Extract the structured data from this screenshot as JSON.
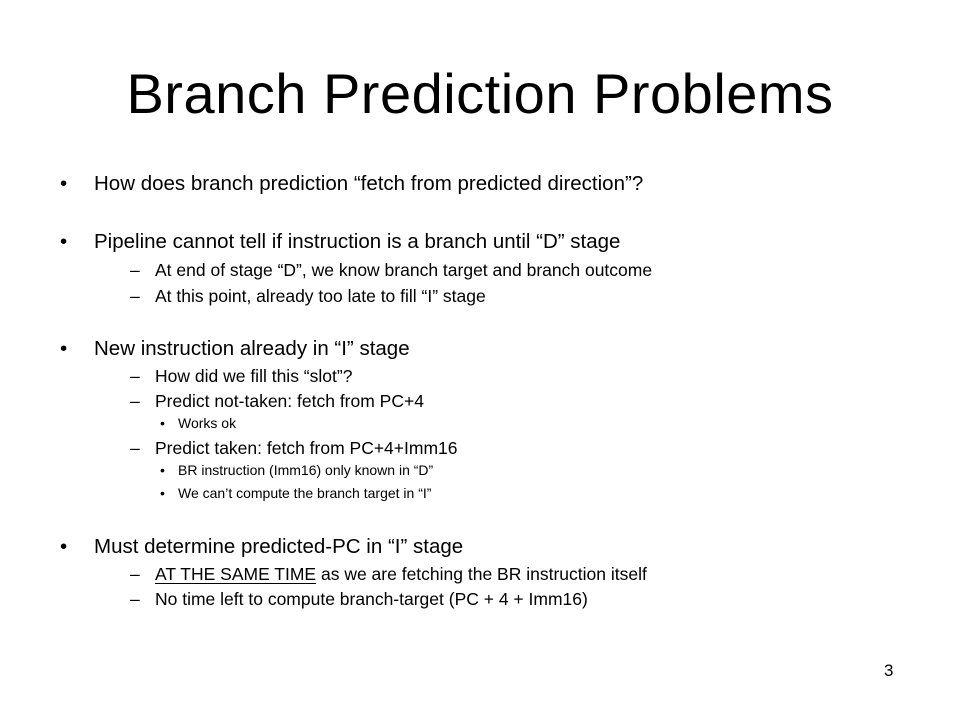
{
  "slide": {
    "title": "Branch Prediction Problems",
    "page_number": "3",
    "bullets": {
      "b1": "How does branch prediction “fetch from predicted direction”?",
      "b2": "Pipeline cannot tell if instruction is a branch until “D” stage",
      "b2_1": "At end of stage “D”, we know branch target and branch outcome",
      "b2_2": "At this point, already too late to fill “I” stage",
      "b3": "New instruction already in “I” stage",
      "b3_1": "How did we fill this “slot”?",
      "b3_2": "Predict not-taken: fetch from PC+4",
      "b3_2_1": "Works ok",
      "b3_3": "Predict taken: fetch from PC+4+Imm16",
      "b3_3_1": "BR instruction (Imm16) only known in “D”",
      "b3_3_2": "We can’t compute the branch target in “I”",
      "b4": "Must determine predicted-PC in “I” stage",
      "b4_1_emph": "AT THE SAME TIME",
      "b4_1_rest": " as we are fetching the BR instruction itself",
      "b4_2": "No time left to compute branch-target (PC + 4 + Imm16)"
    },
    "markers": {
      "bullet": "•",
      "dash": "–"
    }
  }
}
